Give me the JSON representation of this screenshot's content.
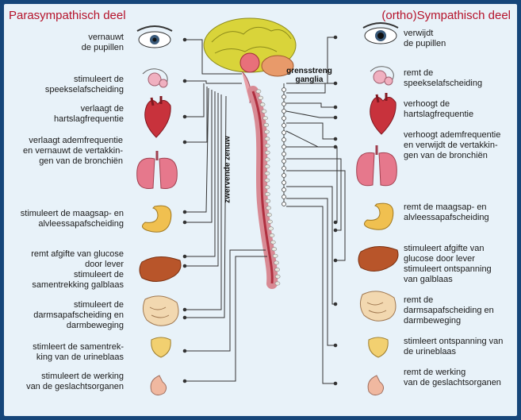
{
  "titles": {
    "left": "Parasympathisch deel",
    "right": "(ortho)Sympathisch deel"
  },
  "center_labels": {
    "vagus": "zwervende zenuw",
    "ganglia": "grensstreng\nganglia"
  },
  "parasympathetic": [
    "vernauwt\nde pupillen",
    "stimuleert de\nspeekselafscheiding",
    "verlaagt de\nhartslagfrequentie",
    "verlaagt ademfrequentie\nen vernauwt de vertakkin-\ngen van de bronchiën",
    "stimuleert de maagsap- en\nalvleessapafscheiding",
    "remt afgifte van glucose\ndoor  lever",
    "stimuleert de\nsamentrekking  galblaas",
    "stimuleert de\ndarmsapafscheiding en\ndarmbeweging",
    "stimleert de samentrek-\nking van de urineblaas",
    "stimuleert de werking\nvan de geslachtsorganen"
  ],
  "sympathetic": [
    "verwijdt\nde pupillen",
    "remt de\nspeekselafscheiding",
    "verhoogt de\nhartslagfrequentie",
    "verhoogt ademfrequentie\nen verwijdt de vertakkin-\ngen van de bronchiën",
    "remt de maagsap- en\nalvleessapafscheiding",
    "stimuleert afgifte van\nglucose door  lever\nstimuleert ontspanning\nvan  galblaas",
    "remt de\ndarmsapafscheiding en\ndarmbeweging",
    "stimleert ontspanning van\nde urineblaas",
    "remt de werking\nvan de geslachtsorganen"
  ],
  "colors": {
    "title": "#b5122a",
    "frame": "#16467a",
    "background": "#e8f2f9",
    "brain": "#d9d43a",
    "spine": "#e8a0a8",
    "heart": "#c8323c",
    "lungs": "#e6788c",
    "liver": "#b8552a",
    "stomach": "#f0c050",
    "intestine": "#f2d8b0"
  }
}
